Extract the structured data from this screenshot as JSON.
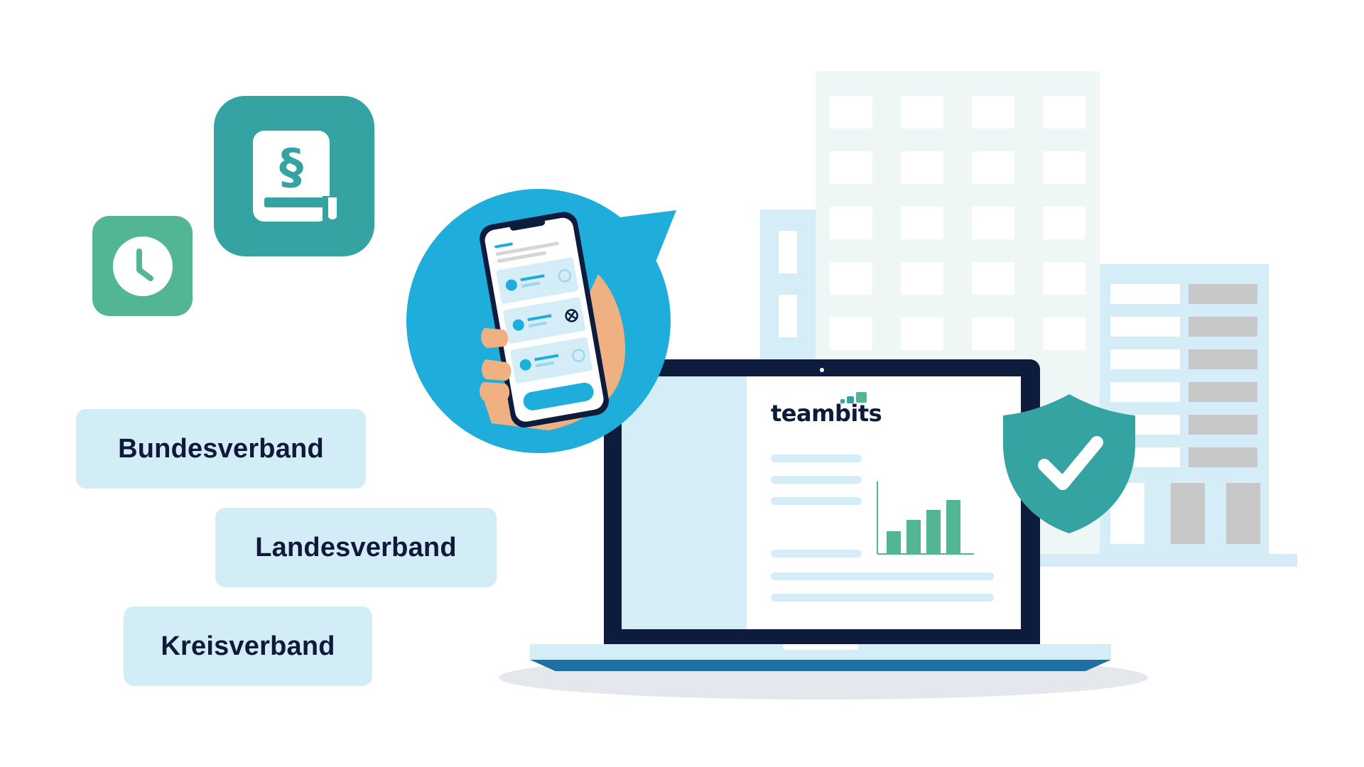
{
  "levels": {
    "bundesverband": "Bundesverband",
    "landesverband": "Landesverband",
    "kreisverband": "Kreisverband"
  },
  "laptop": {
    "brand": "teambits"
  },
  "icons": {
    "paragraph_book": "paragraph-book-icon",
    "clock": "clock-icon",
    "shield": "shield-check-icon",
    "phone": "smartphone-icon",
    "user_row_status": [
      "pending",
      "declined",
      "pending"
    ]
  },
  "colors": {
    "teal": "#35a3a2",
    "green": "#52b594",
    "light_blue": "#d3edf6",
    "bubble_blue": "#1faddb",
    "navy": "#0d1b3d",
    "chart_green": "#52b594"
  }
}
